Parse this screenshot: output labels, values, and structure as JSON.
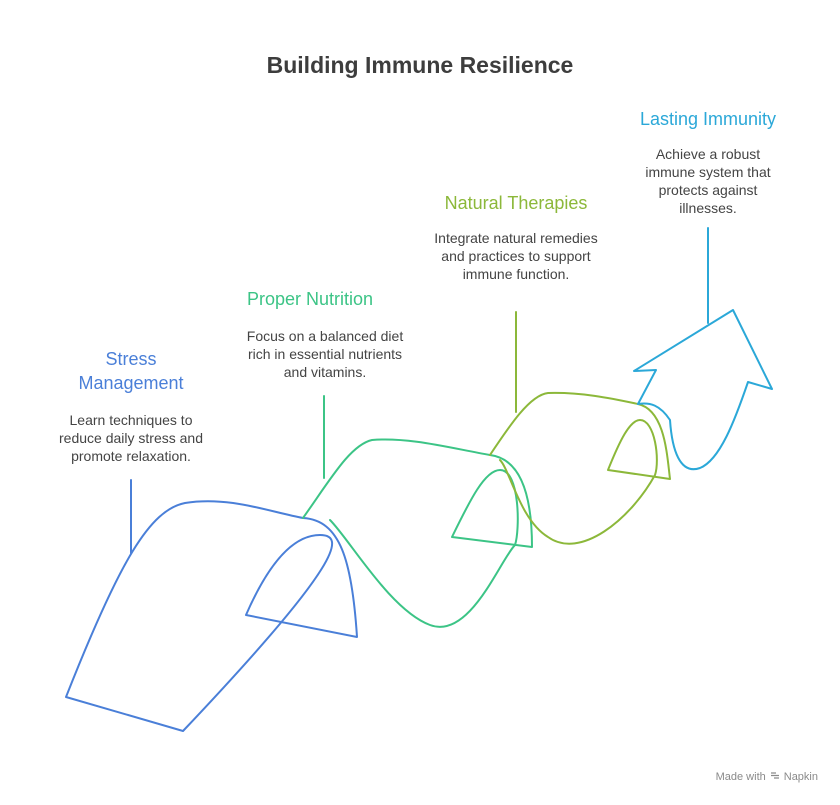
{
  "title": "Building Immune Resilience",
  "colors": {
    "stress": "#4a7fd8",
    "nutrition": "#3cc486",
    "therapies": "#8cb83a",
    "immunity": "#2ba8d8",
    "title": "#3d3d3d",
    "text": "#444444"
  },
  "steps": [
    {
      "title": "Stress Management",
      "description": "Learn techniques to reduce daily stress and promote relaxation."
    },
    {
      "title": "Proper Nutrition",
      "description": "Focus on a balanced diet rich in essential nutrients and vitamins."
    },
    {
      "title": "Natural Therapies",
      "description": "Integrate natural remedies and practices to support immune function."
    },
    {
      "title": "Lasting Immunity",
      "description": "Achieve a robust immune system that protects against illnesses."
    }
  ],
  "footer": {
    "made_with": "Made with",
    "brand": "Napkin",
    "brand_icon": "napkin-logo-icon"
  }
}
